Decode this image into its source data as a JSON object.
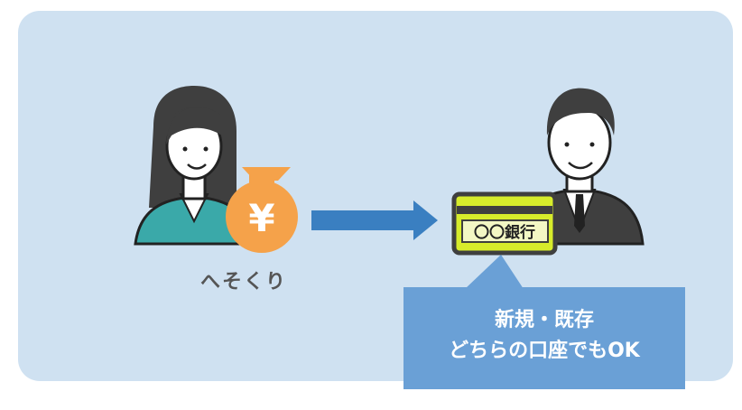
{
  "left_label": "へそくり",
  "yen_symbol": "¥",
  "bank_card_label": "〇〇銀行",
  "callout": {
    "line1": "新規・既存",
    "line2": "どちらの口座でもOK"
  },
  "colors": {
    "panel": "#cfe1f1",
    "arrow": "#3a7fc1",
    "callout": "#6aa0d6",
    "coin_bag": "#f5a24a",
    "card": "#d7ec2b"
  }
}
